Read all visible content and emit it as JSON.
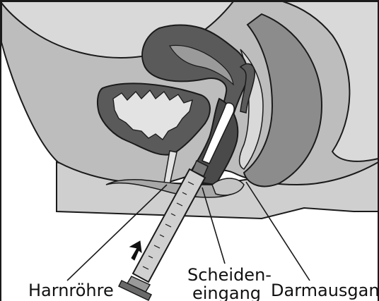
{
  "figure": {
    "labels": {
      "harnrohre": "Harnröhre",
      "scheideneingang_line1": "Scheiden-",
      "scheideneingang_line2": "eingang",
      "darmausgang": "Darmausgang"
    },
    "colors": {
      "background": "#ffffff",
      "outline": "#1a1a1a",
      "tissue_dark": "#5a5a5a",
      "tissue_mid": "#8c8c8c",
      "tissue_light": "#bdbdbd",
      "tissue_pale": "#d9d9d9",
      "bladder_lining": "#e3e3e3",
      "syringe_body": "#d0d0d0"
    },
    "arrow_icon": "arrow-up-right-icon"
  }
}
